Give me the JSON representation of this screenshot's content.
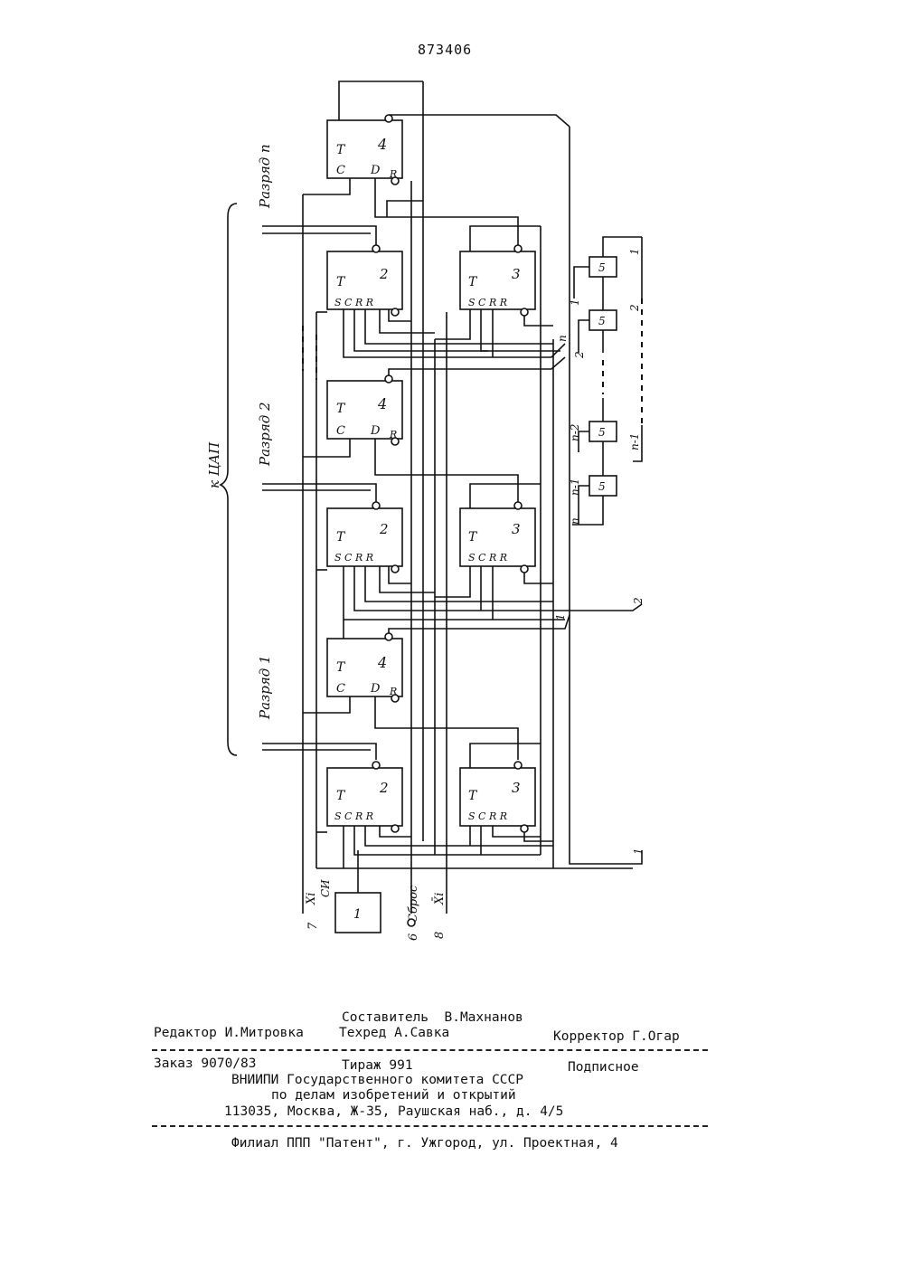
{
  "patent_number": "873406",
  "diagram": {
    "bus_label": "к ЦАП",
    "bit_labels": [
      "Разряд 1",
      "Разряд 2",
      "Разряд п"
    ],
    "trigger_t_label": "T",
    "trigger_d_pins": [
      "C",
      "D",
      "R"
    ],
    "trigger_s_pins": [
      "S",
      "C",
      "R",
      "R"
    ],
    "block_numbers": {
      "d_trigger": "4",
      "jk_a": "2",
      "jk_b": "3",
      "generator": "1",
      "delay": "5"
    },
    "inputs": {
      "xi": "Xi",
      "xi_inv": "X̄i",
      "si": "СИ",
      "reset": "Сброс",
      "input7": "7",
      "input6": "6",
      "input8": "8"
    },
    "chain_labels": [
      "1",
      "2",
      "п-2",
      "п-1",
      "п",
      "1",
      "2",
      "п",
      "2",
      "1",
      "1"
    ]
  },
  "footer": {
    "composer": "Составитель  В.Махнанов",
    "editor": "Редактор И.Митровка",
    "techred": "Техред А.Савка",
    "corrector": "Корректор Г.Огар",
    "order": "Заказ 9070/83",
    "circulation": "Тираж 991",
    "subscription": "Подписное",
    "org_line1": "ВНИИПИ Государственного комитета СССР",
    "org_line2": "по делам изобретений и открытий",
    "org_line3": "113035, Москва, Ж-35, Раушская наб., д. 4/5",
    "branch": "Филиал ППП \"Патент\", г. Ужгород, ул. Проектная, 4"
  }
}
